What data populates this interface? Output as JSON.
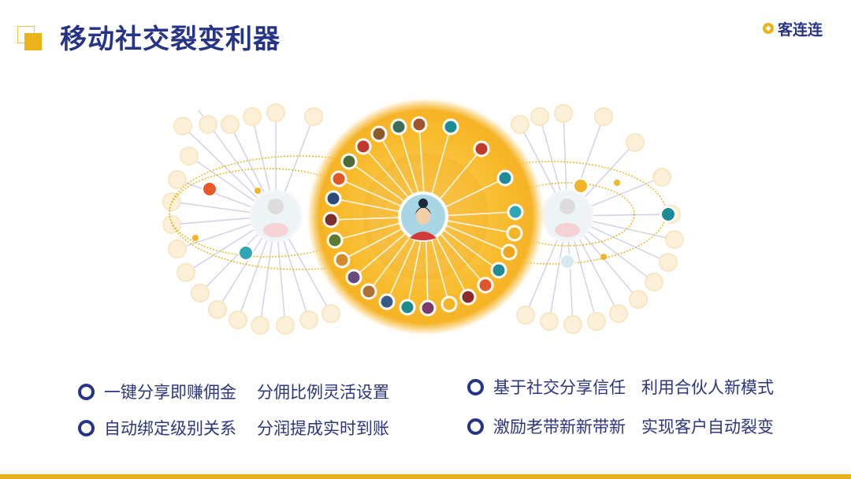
{
  "header": {
    "title": "移动社交裂变利器",
    "logo_text": "客连连",
    "colors": {
      "title": "#263487",
      "accent": "#e9b31c"
    }
  },
  "diagram": {
    "center_node": {
      "label": "central-user",
      "color": "#f7b52a"
    },
    "left_node": {
      "label": "left-user"
    },
    "right_node": {
      "label": "right-user"
    },
    "inner_ring_count": 28
  },
  "bullets": {
    "left": [
      {
        "part1": "一键分享即赚佣金",
        "part2": "分佣比例灵活设置"
      },
      {
        "part1": "自动绑定级别关系",
        "part2": "分润提成实时到账"
      }
    ],
    "right": [
      {
        "part1": "基于社交分享信任",
        "part2": "利用合伙人新模式"
      },
      {
        "part1": "激励老带新新带新",
        "part2": "实现客户自动裂变"
      }
    ]
  }
}
